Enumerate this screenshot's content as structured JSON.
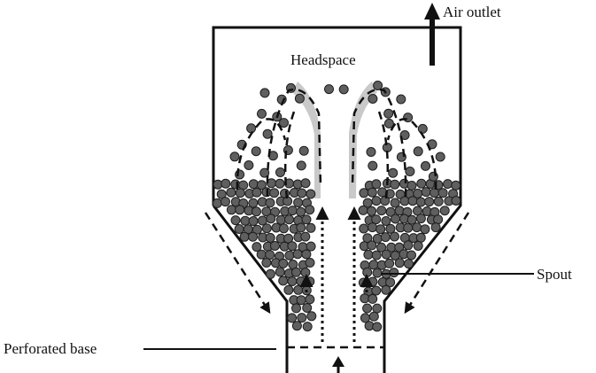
{
  "labels": {
    "air_outlet": "Air outlet",
    "headspace": "Headspace",
    "spout": "Spout",
    "perforated_base": "Perforated base"
  },
  "colors": {
    "line": "#111111",
    "particle": "#5f5f5f",
    "particle_outline": "#1e1e1e",
    "spout_shade": "#c9c9c9",
    "background": "#ffffff"
  }
}
